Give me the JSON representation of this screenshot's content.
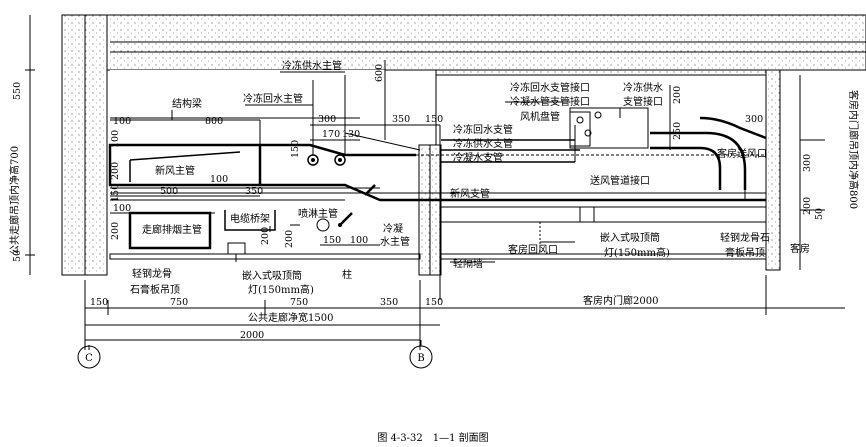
{
  "caption": "图 4-3-32　1—1 剖面图",
  "labels": {
    "lengliang_gong_main": "冷冻供水主管",
    "lengliang_hui_main": "冷冻回水主管",
    "structural_beam": "结构梁",
    "fresh_air_main": "新风主管",
    "corridor_exhaust_main": "走廊排烟主管",
    "cable_tray": "电缆桥架",
    "sprinkler_main": "喷淋主管",
    "condensate_main_1": "冷凝",
    "condensate_main_2": "水主管",
    "column": "柱",
    "light_keel_1": "轻钢龙骨",
    "light_keel_2": "石膏板吊顶",
    "recessed_light_1": "嵌入式吸顶筒",
    "recessed_light_2": "灯(150mm高)",
    "partition_wall": "轻隔墙",
    "return_branch_conn_1": "冷冻回水支管接口",
    "condensate_branch_conn": "冷凝水管支管接口",
    "supply_branch_conn_1": "冷冻供水",
    "supply_branch_conn_2": "支管接口",
    "fan_coil": "风机盘管",
    "return_branch": "冷冻回水支管",
    "supply_branch": "冷冻供水支管",
    "condensate_branch": "冷凝水支管",
    "room_supply_outlet": "客房送风口",
    "supply_duct_conn": "送风管道接口",
    "fresh_air_branch": "新风支管",
    "room_return_outlet": "客房回风口",
    "recessed_light_r1": "嵌入式吸顶筒",
    "recessed_light_r2": "灯(150mm高)",
    "room_keel_1": "轻钢龙骨石",
    "room_keel_2": "膏板吊顶",
    "guest_room": "客房",
    "corridor_clear_height": "公共走廊吊顶内净高700",
    "room_clear_height": "客房内门廊吊顶内净高800",
    "corridor_clear_width": "公共走廊净宽1500",
    "room_corridor": "客房内门廊2000",
    "axis_c": "C",
    "axis_b": "B"
  },
  "dims": {
    "d550": "550",
    "d50": "50",
    "d600": "600",
    "d100a": "100",
    "d800": "800",
    "d300a": "300",
    "d350a": "350",
    "d150a": "150",
    "d150b": "150",
    "d170": "170",
    "d130": "130",
    "d100b": "100",
    "d100c": "100",
    "d200a": "200",
    "d150c": "150",
    "d200b": "200",
    "d500": "500",
    "d350b": "350",
    "d100d": "100",
    "d200c": "200",
    "d200d": "200",
    "d150d": "150",
    "d100e": "100",
    "d200e": "200",
    "d250": "250",
    "d300b": "300",
    "d300c": "300",
    "d200f": "200",
    "d50b": "50",
    "b150": "150",
    "b750a": "750",
    "b750b": "750",
    "b350": "350",
    "b150b": "150",
    "b2000": "2000"
  }
}
